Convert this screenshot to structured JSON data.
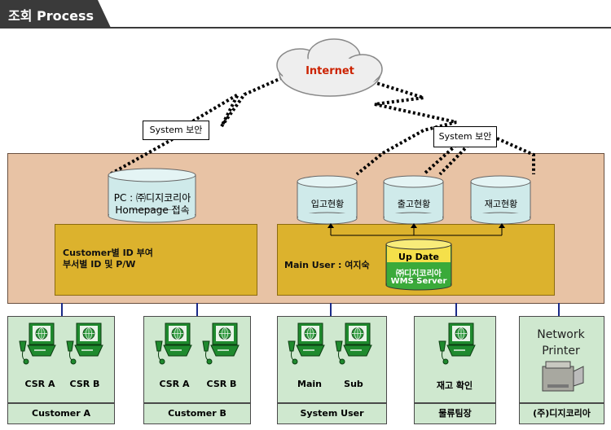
{
  "header": {
    "title": "조회 Process"
  },
  "cloud": {
    "label": "Internet"
  },
  "security_left": {
    "label": "System 보안"
  },
  "security_right": {
    "label": "System 보안"
  },
  "left_server": {
    "db_line1": "PC : ㈜디지코리아",
    "db_line2": "Homepage 접속",
    "info_line1": "Customer별 ID 부여",
    "info_line2": "부서별 ID 및 P/W"
  },
  "right_server": {
    "dbs": [
      "입고현황",
      "출고현황",
      "재고현황"
    ],
    "main_user": "Main User : 여지숙",
    "wms_top": "Up Date",
    "wms_line1": "㈜디지코리아",
    "wms_line2": "WMS Server"
  },
  "panels": [
    {
      "title": "Customer A",
      "clients": [
        "CSR  A",
        "CSR B"
      ]
    },
    {
      "title": "Customer B",
      "clients": [
        "CSR  A",
        "CSR B"
      ]
    },
    {
      "title": "System User",
      "clients": [
        "Main",
        "Sub"
      ]
    },
    {
      "title": "물류팀장",
      "clients": [
        "재고 확인"
      ]
    },
    {
      "title": "(주)디지코리아",
      "printer_line1": "Network",
      "printer_line2": "Printer"
    }
  ],
  "colors": {
    "outer_bg": "#e8c3a5",
    "yellow": "#dcb22d",
    "panel_bg": "#cfe8cf",
    "internet_text": "#cc2200"
  }
}
